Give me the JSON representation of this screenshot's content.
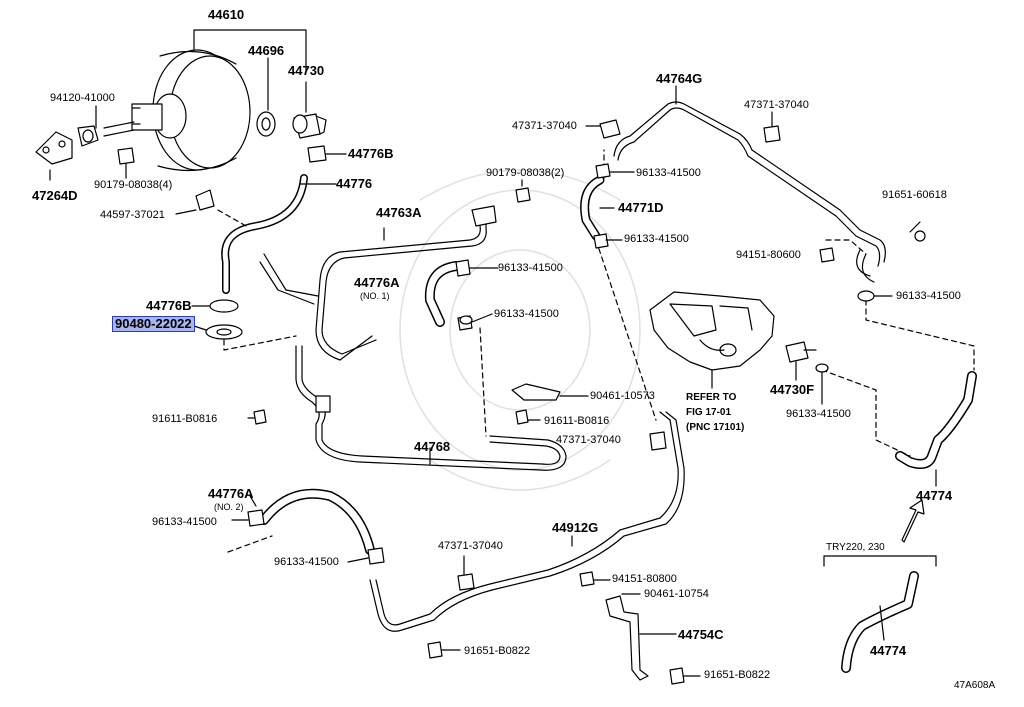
{
  "diagram": {
    "highlight_color": "#a8b5f0",
    "highlight_border": "#2a3fb0",
    "figure_code": "47A608A",
    "variant_note": "TRY220, 230",
    "refer_note": {
      "line1": "REFER TO",
      "line2": "FIG 17-01",
      "line3": "(PNC 17101)"
    },
    "labels": {
      "p44610": "44610",
      "p44696": "44696",
      "p44730": "44730",
      "p94120": "94120-41000",
      "p90179_4": "90179-08038(4)",
      "p47264D": "47264D",
      "p44776B_top": "44776B",
      "p44776": "44776",
      "p44597": "44597-37021",
      "p44776B": "44776B",
      "p90480": "90480-22022",
      "p44763A": "44763A",
      "p44776A_1": "44776A",
      "p44776A_1_sub": "(NO. 1)",
      "p96133_a": "96133-41500",
      "p96133_b": "96133-41500",
      "p90179_2": "90179-08038(2)",
      "p44764G": "44764G",
      "p47371_a": "47371-37040",
      "p47371_b": "47371-37040",
      "p96133_c": "96133-41500",
      "p44771D": "44771D",
      "p96133_d": "96133-41500",
      "p91651_60618": "91651-60618",
      "p94151_a": "94151-80600",
      "p96133_e": "96133-41500",
      "p90461_10573": "90461-10573",
      "p91611_a": "91611-B0816",
      "p91611_b": "91611-B0816",
      "p47371_c": "47371-37040",
      "p44730F": "44730F",
      "p96133_f": "96133-41500",
      "p44768": "44768",
      "p44776A_2": "44776A",
      "p44776A_2_sub": "(NO. 2)",
      "p96133_g": "96133-41500",
      "p96133_h": "96133-41500",
      "p44912G": "44912G",
      "p47371_d": "47371-37040",
      "p94151_b": "94151-80800",
      "p90461_10754": "90461-10754",
      "p44754C": "44754C",
      "p91651_B0822_a": "91651-B0822",
      "p91651_B0822_b": "91651-B0822",
      "p44774": "44774",
      "p44774_b": "44774"
    }
  }
}
